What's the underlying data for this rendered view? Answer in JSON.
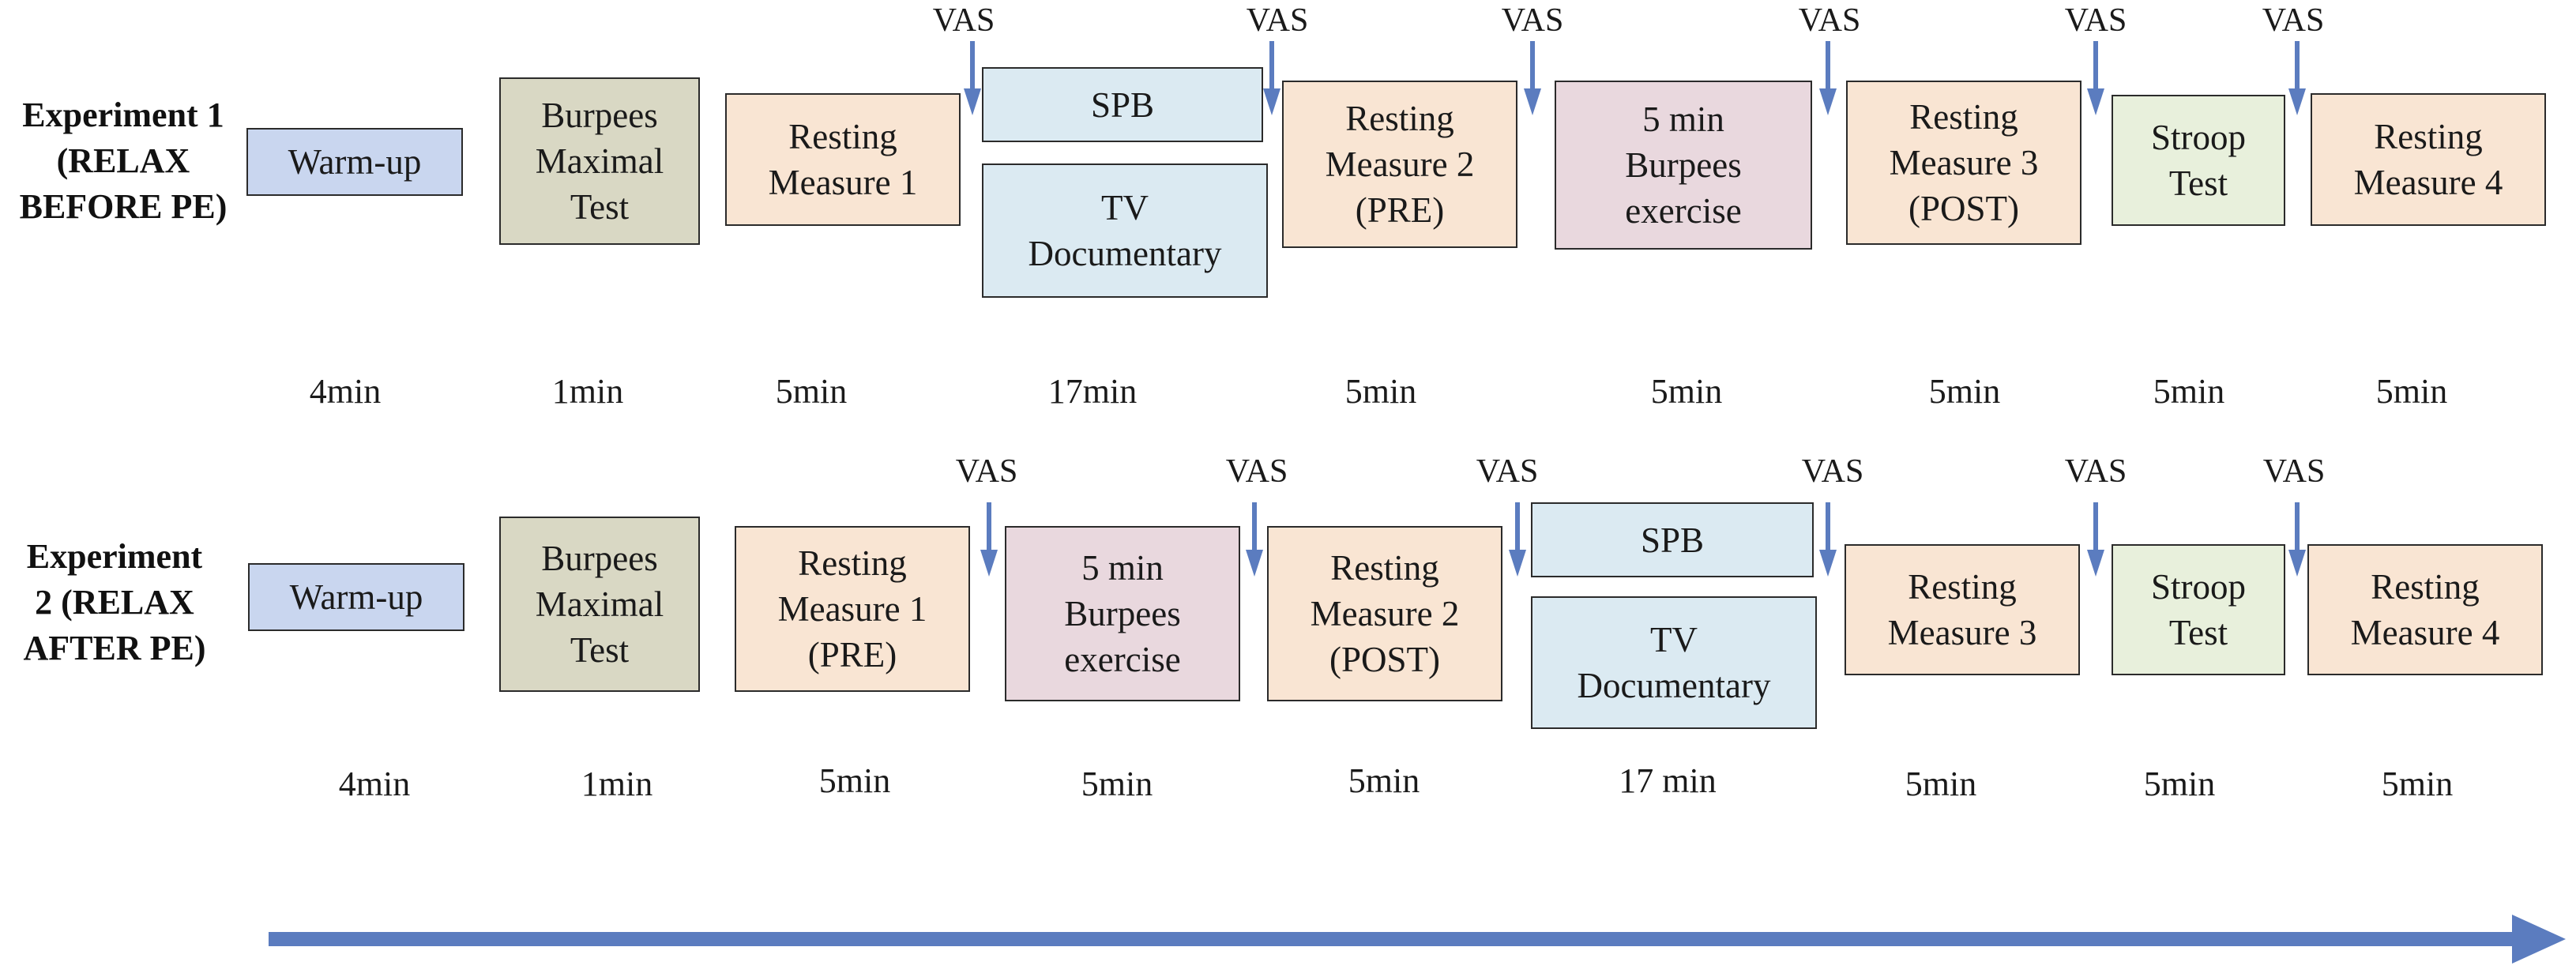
{
  "colors": {
    "warmup": "#c9d6ef",
    "burpees_test": "#d9d8c4",
    "resting": "#f9e5d3",
    "exercise": "#e9d8de",
    "relax": "#dbeaf2",
    "stroop": "#e8f0dc",
    "arrow": "#5b7cbf"
  },
  "vas_label": "VAS",
  "timeline_arrow": "timeline-arrow",
  "experiments": [
    {
      "title": "Experiment 1\n(RELAX\nBEFORE PE)",
      "steps": [
        {
          "label": "Warm-up",
          "color": "warmup"
        },
        {
          "label": "Burpees\nMaximal\nTest",
          "color": "burpees_test"
        },
        {
          "label": "Resting\nMeasure 1",
          "color": "resting"
        },
        {
          "label": "SPB",
          "color": "relax"
        },
        {
          "label": "TV\nDocumentary",
          "color": "relax"
        },
        {
          "label": "Resting\nMeasure 2\n(PRE)",
          "color": "resting"
        },
        {
          "label": "5 min\nBurpees\nexercise",
          "color": "exercise"
        },
        {
          "label": "Resting\nMeasure 3\n(POST)",
          "color": "resting"
        },
        {
          "label": "Stroop\nTest",
          "color": "stroop"
        },
        {
          "label": "Resting\nMeasure 4",
          "color": "resting"
        }
      ],
      "durations": [
        "4min",
        "1min",
        "5min",
        "17min",
        "5min",
        "5min",
        "5min",
        "5min",
        "5min"
      ]
    },
    {
      "title": "Experiment\n2 (RELAX\nAFTER PE)",
      "steps": [
        {
          "label": "Warm-up",
          "color": "warmup"
        },
        {
          "label": "Burpees\nMaximal\nTest",
          "color": "burpees_test"
        },
        {
          "label": "Resting\nMeasure 1\n(PRE)",
          "color": "resting"
        },
        {
          "label": "5 min\nBurpees\nexercise",
          "color": "exercise"
        },
        {
          "label": "Resting\nMeasure 2\n(POST)",
          "color": "resting"
        },
        {
          "label": "SPB",
          "color": "relax"
        },
        {
          "label": "TV\nDocumentary",
          "color": "relax"
        },
        {
          "label": "Resting\nMeasure 3",
          "color": "resting"
        },
        {
          "label": "Stroop\nTest",
          "color": "stroop"
        },
        {
          "label": "Resting\nMeasure 4",
          "color": "resting"
        }
      ],
      "durations": [
        "4min",
        "1min",
        "5min",
        "5min",
        "5min",
        "17 min",
        "5min",
        "5min",
        "5min"
      ]
    }
  ]
}
